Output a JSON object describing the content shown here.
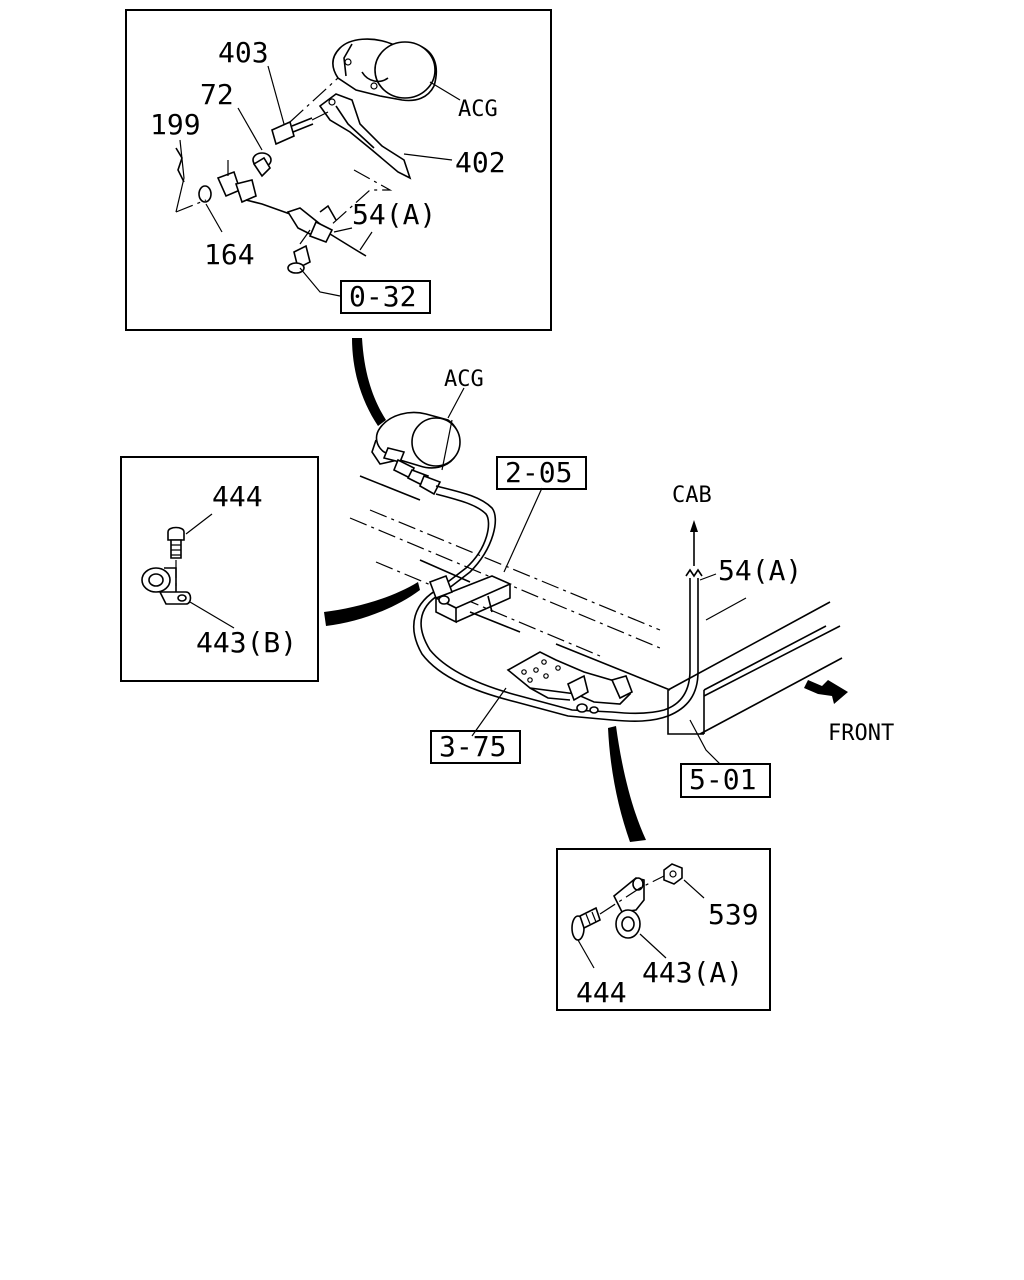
{
  "labels": {
    "top_403": "403",
    "top_72": "72",
    "top_199": "199",
    "top_acg": "ACG",
    "top_402": "402",
    "top_54a": "54(A)",
    "top_164": "164",
    "top_ref": "0-32",
    "main_acg": "ACG",
    "main_ref_205": "2-05",
    "main_cab": "CAB",
    "main_54a": "54(A)",
    "main_front": "FRONT",
    "main_ref_375": "3-75",
    "main_ref_501": "5-01",
    "left_444": "444",
    "left_443b": "443(B)",
    "br_539": "539",
    "br_444": "444",
    "br_443a": "443(A)"
  }
}
